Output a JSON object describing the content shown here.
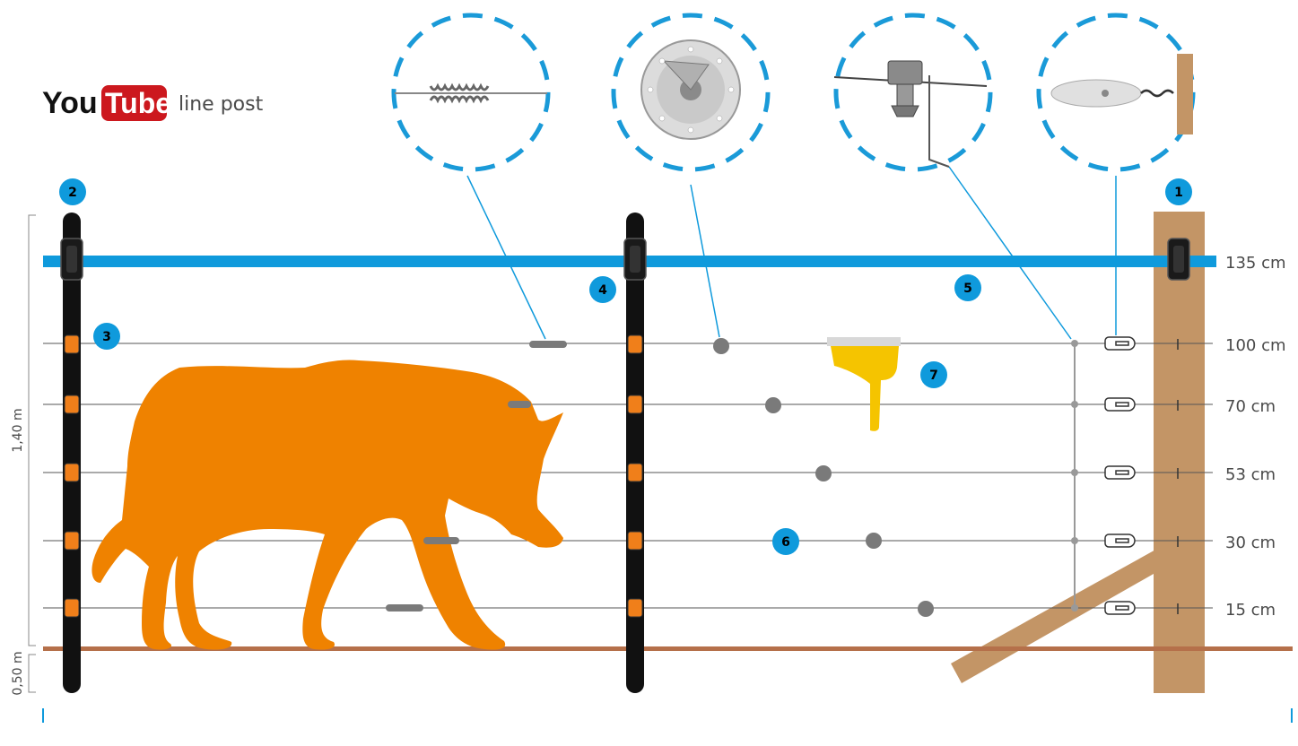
{
  "brand": {
    "you": "You",
    "tube": "Tube",
    "caption": "line post"
  },
  "dimensions": {
    "above_ground": "1,40 m",
    "below_ground": "0,50 m"
  },
  "badges": [
    "1",
    "2",
    "3",
    "4",
    "5",
    "6",
    "7"
  ],
  "heights": {
    "top": "135 cm",
    "wires": [
      "100 cm",
      "70 cm",
      "53 cm",
      "30 cm",
      "15 cm"
    ]
  },
  "colors": {
    "accent": "#0f9adc",
    "wolf": "#ef8200",
    "ground": "#b5704a",
    "wood": "#c39566",
    "post": "#111111",
    "insulator_orange": "#f07f1a",
    "feeder": "#f5c400"
  },
  "icons": {
    "callout1": "tensioner-spring-icon",
    "callout2": "wire-reel-icon",
    "callout3": "wire-connector-clamp-icon",
    "callout4": "corner-insulator-icon"
  }
}
